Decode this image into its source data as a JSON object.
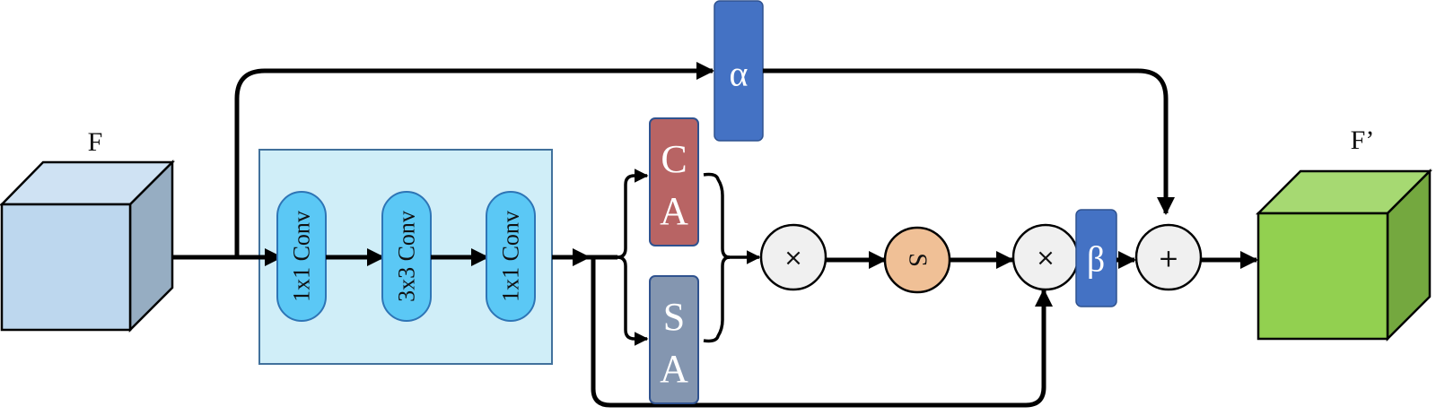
{
  "diagram": {
    "input_tensor": {
      "label": "F"
    },
    "output_tensor": {
      "label": "F’"
    },
    "conv_block": {
      "layers": [
        {
          "label": "1x1 Conv"
        },
        {
          "label": "3x3 Conv"
        },
        {
          "label": "1x1 Conv"
        }
      ]
    },
    "attention": {
      "channel": {
        "line1": "C",
        "line2": "A"
      },
      "spatial": {
        "line1": "S",
        "line2": "A"
      }
    },
    "operators": {
      "multiply_1": "×",
      "sigmoid": "S",
      "multiply_2": "×",
      "add": "+"
    },
    "weights": {
      "alpha": "α",
      "beta": "β"
    },
    "colors": {
      "input_front": "#bdd7ee",
      "input_top": "#cfe2f3",
      "input_side": "#96adc2",
      "conv_block_bg": "#d0eef8",
      "conv_block_border": "#41719c",
      "conv_layer": "#5bc8f5",
      "channel_attention": "#b86464",
      "spatial_attention": "#8496b0",
      "weight": "#4472c4",
      "sigmoid": "#f0c096",
      "operator": "#f0f0f0",
      "output_front": "#92d050",
      "output_top": "#a6d972",
      "output_side": "#74a83f"
    }
  }
}
